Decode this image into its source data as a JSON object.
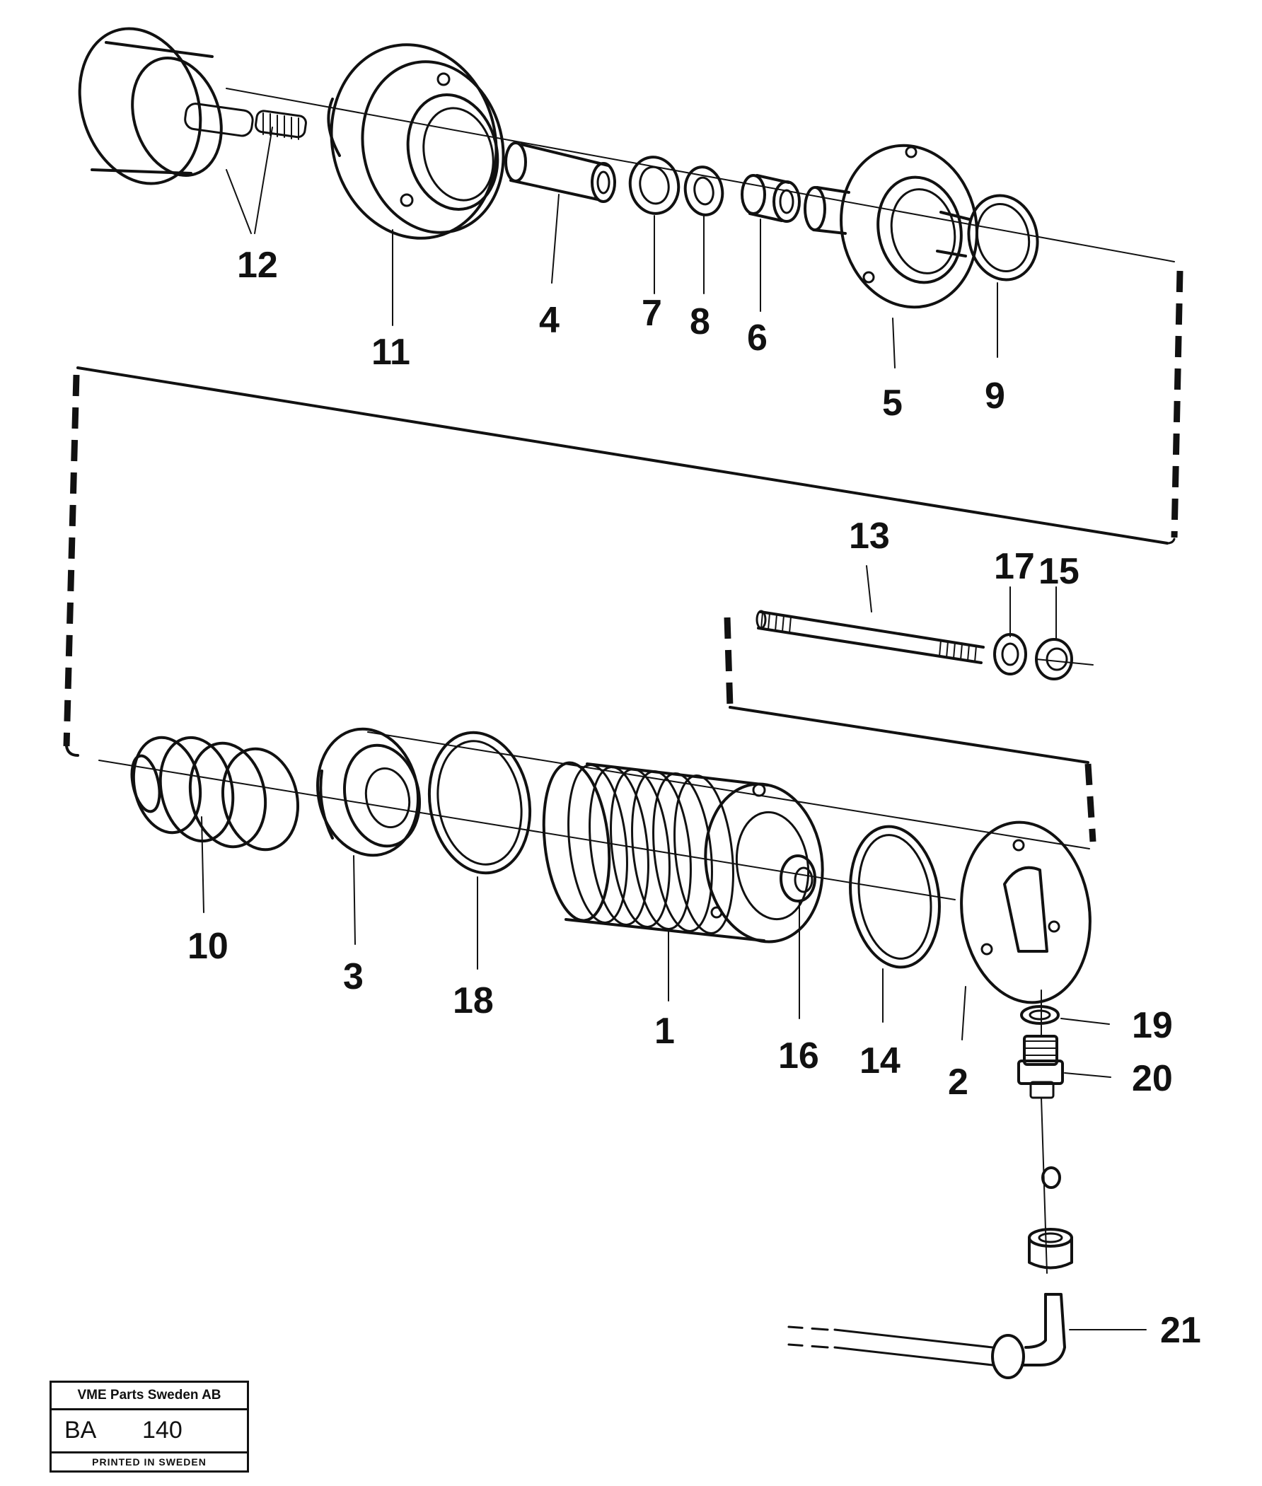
{
  "stamp": {
    "company": "VME Parts Sweden AB",
    "code": "BA",
    "number": "140",
    "printed": "PRINTED IN SWEDEN"
  },
  "callouts": {
    "c1": "1",
    "c2": "2",
    "c3": "3",
    "c4": "4",
    "c5": "5",
    "c6": "6",
    "c7": "7",
    "c8": "8",
    "c9": "9",
    "c10": "10",
    "c11": "11",
    "c12": "12",
    "c13": "13",
    "c14": "14",
    "c15": "15",
    "c16": "16",
    "c17": "17",
    "c18": "18",
    "c19": "19",
    "c20": "20",
    "c21": "21"
  }
}
